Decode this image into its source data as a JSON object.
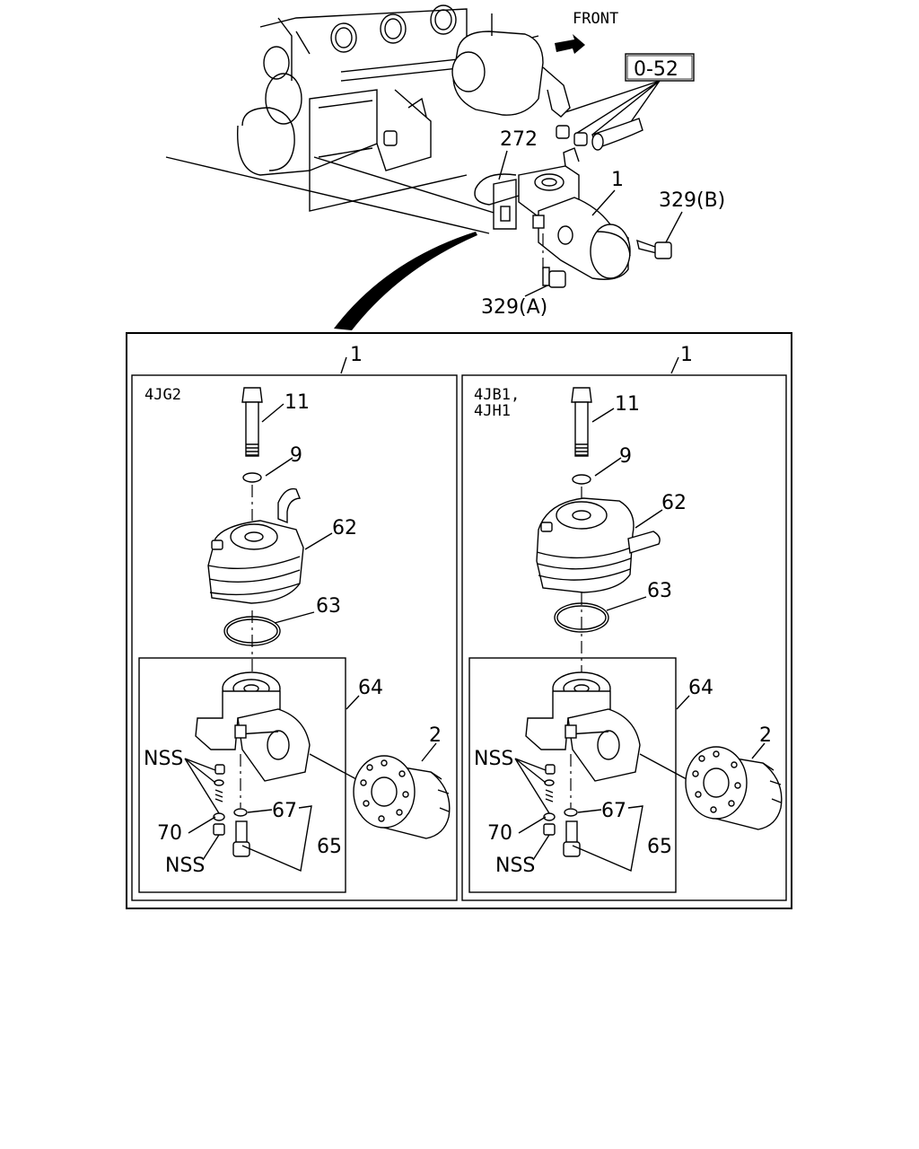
{
  "header": {
    "front_label": "FRONT",
    "ref_box": "0-52"
  },
  "callouts": {
    "p272": "272",
    "p1_top": "1",
    "p329b": "329(B)",
    "p329a": "329(A)"
  },
  "panels": [
    {
      "panel_number": "1",
      "model_lines": [
        "4JG2"
      ],
      "parts": {
        "p11": "11",
        "p9": "9",
        "p62": "62",
        "p63": "63",
        "p64": "64",
        "p2": "2",
        "nss1": "NSS",
        "p70": "70",
        "nss2": "NSS",
        "p67": "67",
        "p65": "65"
      }
    },
    {
      "panel_number": "1",
      "model_lines": [
        "4JB1,",
        "4JH1"
      ],
      "parts": {
        "p11": "11",
        "p9": "9",
        "p62": "62",
        "p63": "63",
        "p64": "64",
        "p2": "2",
        "nss1": "NSS",
        "p70": "70",
        "nss2": "NSS",
        "p67": "67",
        "p65": "65"
      }
    }
  ]
}
